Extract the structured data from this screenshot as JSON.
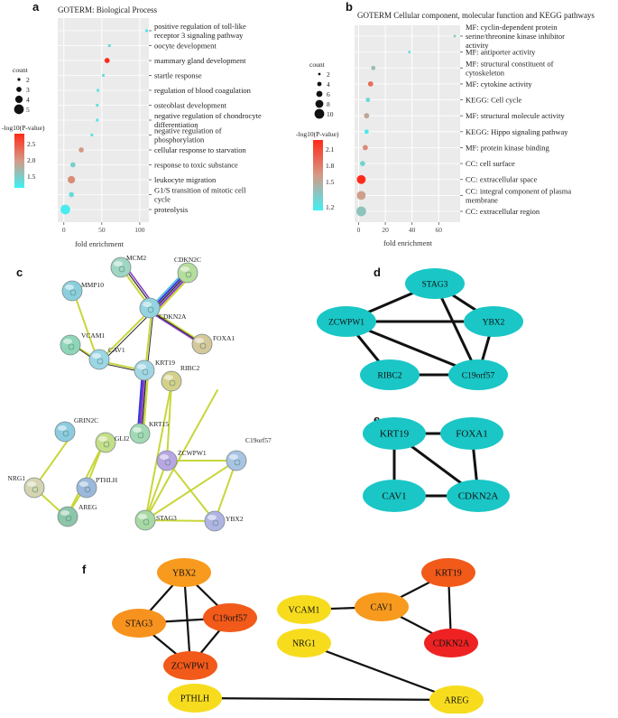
{
  "panels": {
    "a": "a",
    "b": "b",
    "c": "c",
    "d": "d",
    "e": "e",
    "f": "f"
  },
  "chart_data": [
    {
      "panel": "a",
      "type": "scatter",
      "title": "GOTERM: Biological Process",
      "xlabel": "fold enrichment",
      "ylabel": "",
      "xticks": [
        "0",
        "50",
        "100"
      ],
      "xlim": [
        -8,
        112
      ],
      "size_legend_title": "count",
      "size_legend": [
        2,
        3,
        4,
        5
      ],
      "color_legend_title": "-log10(P-value)",
      "color_legend_ticks": [
        "2.5",
        "2.0",
        "1.5"
      ],
      "color_range": [
        1.3,
        2.9
      ],
      "colors": {
        "low": "#3ff0f5",
        "high": "#ff2a1a"
      },
      "points": [
        {
          "term": "positive regulation of toll-like receptor 3 signaling pathway",
          "x": 109,
          "count": 2,
          "p": 1.4
        },
        {
          "term": "oocyte development",
          "x": 60,
          "count": 2,
          "p": 1.5
        },
        {
          "term": "mammary gland development",
          "x": 57,
          "count": 3,
          "p": 2.9
        },
        {
          "term": "startle response",
          "x": 52,
          "count": 2,
          "p": 1.5
        },
        {
          "term": "regulation of blood coagulation",
          "x": 45,
          "count": 2,
          "p": 1.45
        },
        {
          "term": "osteoblast development",
          "x": 44,
          "count": 2,
          "p": 1.45
        },
        {
          "term": "negative regulation of chondrocyte differentiation",
          "x": 44,
          "count": 2,
          "p": 1.45
        },
        {
          "term": "negative regulation of phosphorylation",
          "x": 37,
          "count": 2,
          "p": 1.4
        },
        {
          "term": "cellular response to starvation",
          "x": 23,
          "count": 3,
          "p": 2.1
        },
        {
          "term": "response to toxic substance",
          "x": 12,
          "count": 3,
          "p": 1.6
        },
        {
          "term": "leukocyte migration",
          "x": 10,
          "count": 4,
          "p": 2.2
        },
        {
          "term": "G1/S transition of mitotic cell cycle",
          "x": 10,
          "count": 3,
          "p": 1.5
        },
        {
          "term": "proteolysis",
          "x": 2,
          "count": 5,
          "p": 1.35
        }
      ]
    },
    {
      "panel": "b",
      "type": "scatter",
      "title": "GOTERM Cellular component, molecular function and KEGG pathways",
      "xlabel": "fold enrichment",
      "ylabel": "",
      "xticks": [
        "0",
        "20",
        "40",
        "60"
      ],
      "xlim": [
        -3,
        76
      ],
      "size_legend_title": "count",
      "size_legend": [
        2,
        4,
        6,
        8,
        10
      ],
      "color_legend_title": "-log10(P-value)",
      "color_legend_ticks": [
        "2.1",
        "1.8",
        "1.5",
        "1.2"
      ],
      "color_range": [
        1.15,
        2.3
      ],
      "colors": {
        "low": "#3ff0f5",
        "high": "#ff2a1a"
      },
      "points": [
        {
          "term": "MF: cyclin-dependent protein serine/threonine kinase inhibitor activity",
          "x": 72,
          "count": 2,
          "p": 1.4
        },
        {
          "term": "MF: antiporter activity",
          "x": 38,
          "count": 2,
          "p": 1.25
        },
        {
          "term": "MF: structural constituent of cytoskeleton",
          "x": 11,
          "count": 4,
          "p": 1.5
        },
        {
          "term": "MF: cytokine activity",
          "x": 9,
          "count": 5,
          "p": 1.95
        },
        {
          "term": "KEGG: Cell cycle",
          "x": 7,
          "count": 4,
          "p": 1.3
        },
        {
          "term": "MF: structural molecule activity",
          "x": 6,
          "count": 5,
          "p": 1.65
        },
        {
          "term": "KEGG: Hippo signaling pathway",
          "x": 6,
          "count": 4,
          "p": 1.2
        },
        {
          "term": "MF: protein kinase binding",
          "x": 5,
          "count": 5,
          "p": 1.8
        },
        {
          "term": "CC: cell surface",
          "x": 3,
          "count": 5,
          "p": 1.35
        },
        {
          "term": "CC: extracellular space",
          "x": 2,
          "count": 9,
          "p": 2.3
        },
        {
          "term": "CC: integral component of plasma membrane",
          "x": 2,
          "count": 9,
          "p": 1.7
        },
        {
          "term": "CC: extracellular region",
          "x": 2,
          "count": 10,
          "p": 1.45
        }
      ]
    }
  ],
  "network_c": {
    "nodes": [
      {
        "id": "MCM2",
        "label": "MCM2"
      },
      {
        "id": "CDKN2C",
        "label": "CDKN2C"
      },
      {
        "id": "MMP10",
        "label": "MMP10"
      },
      {
        "id": "CDKN2A",
        "label": "CDKN2A"
      },
      {
        "id": "VCAM1",
        "label": "VCAM1"
      },
      {
        "id": "FOXA1",
        "label": "FOXA1"
      },
      {
        "id": "CAV1",
        "label": "CAV1"
      },
      {
        "id": "KRT19",
        "label": "KRT19"
      },
      {
        "id": "RIBC2",
        "label": "RIBC2"
      },
      {
        "id": "GRIN2C",
        "label": "GRIN2C"
      },
      {
        "id": "GLI2",
        "label": "GLI2"
      },
      {
        "id": "KRT15",
        "label": "KRT15"
      },
      {
        "id": "ZCWPW1",
        "label": "ZCWPW1"
      },
      {
        "id": "C19orf57",
        "label": "C19orf57"
      },
      {
        "id": "NRG1",
        "label": "NRG1"
      },
      {
        "id": "PTHLH",
        "label": "PTHLH"
      },
      {
        "id": "AREG",
        "label": "AREG"
      },
      {
        "id": "STAG3",
        "label": "STAG3"
      },
      {
        "id": "YBX2",
        "label": "YBX2"
      }
    ]
  },
  "network_d": {
    "nodes": [
      {
        "id": "STAG3",
        "label": "STAG3"
      },
      {
        "id": "ZCWPW1",
        "label": "ZCWPW1"
      },
      {
        "id": "YBX2",
        "label": "YBX2"
      },
      {
        "id": "RIBC2",
        "label": "RIBC2"
      },
      {
        "id": "C19orf57",
        "label": "C19orf57"
      }
    ],
    "edges": [
      [
        "STAG3",
        "ZCWPW1"
      ],
      [
        "STAG3",
        "YBX2"
      ],
      [
        "STAG3",
        "C19orf57"
      ],
      [
        "ZCWPW1",
        "YBX2"
      ],
      [
        "ZCWPW1",
        "RIBC2"
      ],
      [
        "ZCWPW1",
        "C19orf57"
      ],
      [
        "YBX2",
        "C19orf57"
      ],
      [
        "RIBC2",
        "C19orf57"
      ]
    ],
    "color": "#1ac6c6"
  },
  "network_e": {
    "nodes": [
      {
        "id": "KRT19",
        "label": "KRT19"
      },
      {
        "id": "FOXA1",
        "label": "FOXA1"
      },
      {
        "id": "CAV1",
        "label": "CAV1"
      },
      {
        "id": "CDKN2A",
        "label": "CDKN2A"
      }
    ],
    "edges": [
      [
        "KRT19",
        "FOXA1"
      ],
      [
        "KRT19",
        "CAV1"
      ],
      [
        "KRT19",
        "CDKN2A"
      ],
      [
        "FOXA1",
        "CDKN2A"
      ],
      [
        "CAV1",
        "CDKN2A"
      ]
    ],
    "color": "#1ac6c6"
  },
  "network_f": {
    "nodes": [
      {
        "id": "YBX2",
        "label": "YBX2",
        "color": "#f79a1e"
      },
      {
        "id": "STAG3",
        "label": "STAG3",
        "color": "#f7921e"
      },
      {
        "id": "C19orf57",
        "label": "C19orf57",
        "color": "#f25a1a"
      },
      {
        "id": "ZCWPW1",
        "label": "ZCWPW1",
        "color": "#f25a1a"
      },
      {
        "id": "VCAM1",
        "label": "VCAM1",
        "color": "#f7dc1e"
      },
      {
        "id": "CAV1",
        "label": "CAV1",
        "color": "#f79a1e"
      },
      {
        "id": "KRT19",
        "label": "KRT19",
        "color": "#f25a1a"
      },
      {
        "id": "CDKN2A",
        "label": "CDKN2A",
        "color": "#ee2222"
      },
      {
        "id": "NRG1",
        "label": "NRG1",
        "color": "#f7dc1e"
      },
      {
        "id": "AREG",
        "label": "AREG",
        "color": "#f7dc1e"
      },
      {
        "id": "PTHLH",
        "label": "PTHLH",
        "color": "#f7dc1e"
      }
    ],
    "edges": [
      [
        "YBX2",
        "STAG3"
      ],
      [
        "YBX2",
        "C19orf57"
      ],
      [
        "YBX2",
        "ZCWPW1"
      ],
      [
        "STAG3",
        "C19orf57"
      ],
      [
        "STAG3",
        "ZCWPW1"
      ],
      [
        "C19orf57",
        "ZCWPW1"
      ],
      [
        "VCAM1",
        "CAV1"
      ],
      [
        "CAV1",
        "KRT19"
      ],
      [
        "CAV1",
        "CDKN2A"
      ],
      [
        "KRT19",
        "CDKN2A"
      ],
      [
        "NRG1",
        "AREG"
      ],
      [
        "PTHLH",
        "AREG"
      ]
    ]
  }
}
